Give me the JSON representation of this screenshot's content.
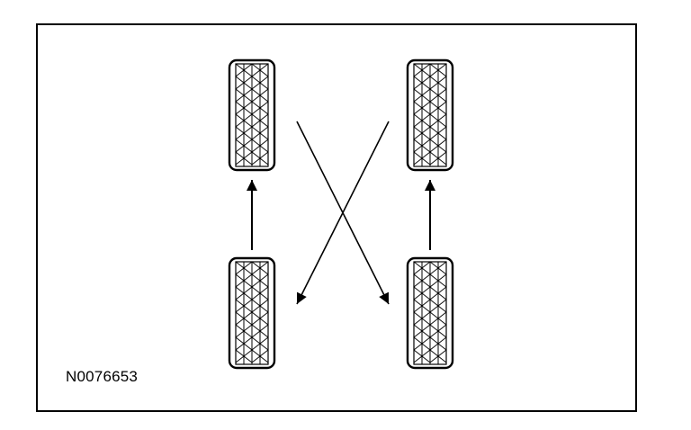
{
  "figure": {
    "id_label": "N0076653",
    "colors": {
      "line": "#000000",
      "background": "#ffffff"
    }
  },
  "tires": [
    {
      "name": "tire-left-front"
    },
    {
      "name": "tire-right-front"
    },
    {
      "name": "tire-left-rear"
    },
    {
      "name": "tire-right-rear"
    }
  ],
  "arrows": [
    {
      "name": "arrow-left-rear-to-left-front"
    },
    {
      "name": "arrow-right-rear-to-right-front"
    },
    {
      "name": "arrow-left-front-to-right-rear"
    },
    {
      "name": "arrow-right-front-to-left-rear"
    }
  ]
}
